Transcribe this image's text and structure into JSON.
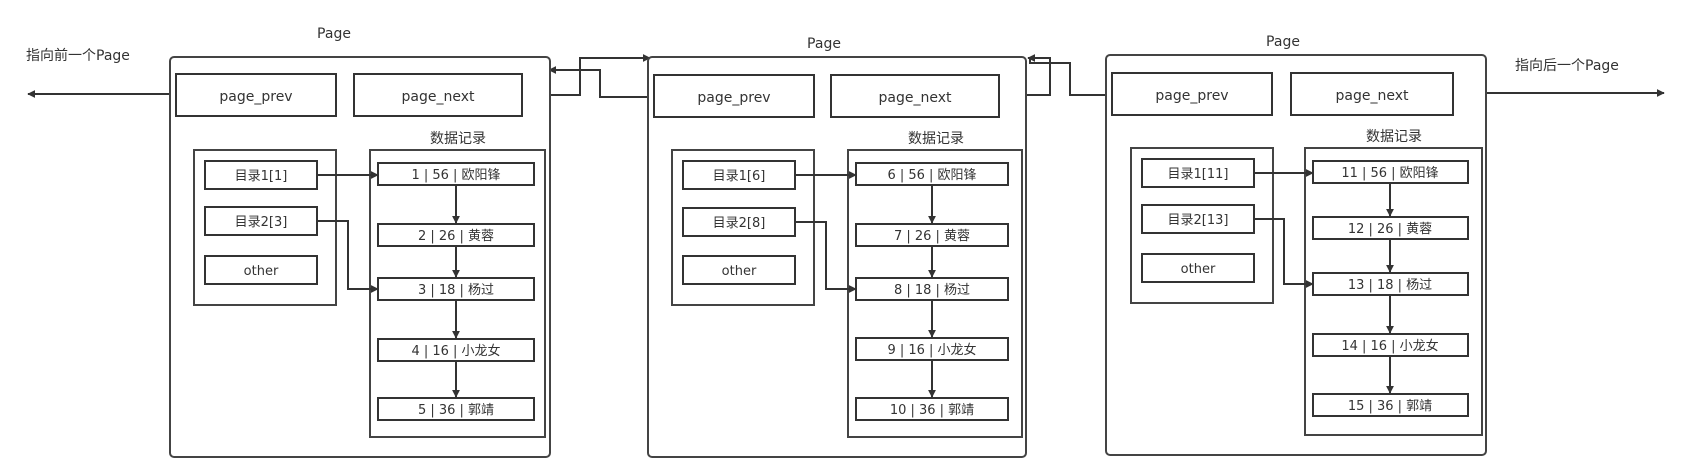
{
  "diagram": {
    "external": {
      "prev_label": "指向前一个Page",
      "next_label": "指向后一个Page"
    },
    "pages": [
      {
        "title": "Page",
        "prev_label": "page_prev",
        "next_label": "page_next",
        "data_title": "数据记录",
        "directory": [
          "目录1[1]",
          "目录2[3]",
          "other"
        ],
        "records": [
          "1 | 56 | 欧阳锋",
          "2 | 26 | 黄蓉",
          "3 | 18 | 杨过",
          "4 | 16 | 小龙女",
          "5 | 36 | 郭靖"
        ]
      },
      {
        "title": "Page",
        "prev_label": "page_prev",
        "next_label": "page_next",
        "data_title": "数据记录",
        "directory": [
          "目录1[6]",
          "目录2[8]",
          "other"
        ],
        "records": [
          "6 | 56 | 欧阳锋",
          "7 | 26 | 黄蓉",
          "8 | 18 | 杨过",
          "9 | 16 | 小龙女",
          "10 | 36 | 郭靖"
        ]
      },
      {
        "title": "Page",
        "prev_label": "page_prev",
        "next_label": "page_next",
        "data_title": "数据记录",
        "directory": [
          "目录1[11]",
          "目录2[13]",
          "other"
        ],
        "records": [
          "11 | 56 | 欧阳锋",
          "12 | 26 | 黄蓉",
          "13 | 18 | 杨过",
          "14 | 16 | 小龙女",
          "15 | 36 | 郭靖"
        ]
      }
    ]
  }
}
